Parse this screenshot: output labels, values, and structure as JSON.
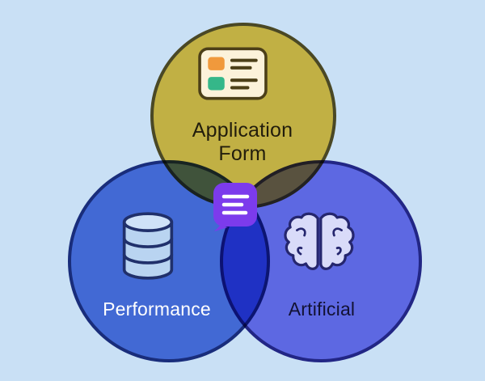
{
  "colors": {
    "background": "#c9e0f5",
    "circle-top-fill": "#f5c947",
    "circle-top-border": "#5e5226",
    "circle-left-fill": "#5478dd",
    "circle-left-border": "#1f3380",
    "circle-right-fill": "#7676ec",
    "circle-right-border": "#2b2b8a",
    "label-top-color": "#221d0c",
    "label-left-color": "#ffffff",
    "label-right-color": "#121233",
    "form-bg": "#fcf2da",
    "form-outline": "#4c3f18",
    "form-orange": "#f0993c",
    "form-green": "#35b789",
    "db-fill": "#b9d4f1",
    "db-top-fill": "#cfe2f8",
    "db-outline": "#20306b",
    "brain-fill": "#d9dbf9",
    "brain-outline": "#25266e",
    "note-bg": "#7c3bec",
    "note-lines": "#ffffff"
  },
  "diagram": {
    "type": "venn",
    "circles": {
      "top": {
        "id": "application-form",
        "label_line1": "Application",
        "label_line2": "Form",
        "icon": "form-document-icon"
      },
      "left": {
        "id": "performance",
        "label": "Performance",
        "icon": "database-icon"
      },
      "right": {
        "id": "artificial",
        "label": "Artificial",
        "icon": "brain-icon"
      }
    },
    "center_icon": "list-note-icon"
  }
}
